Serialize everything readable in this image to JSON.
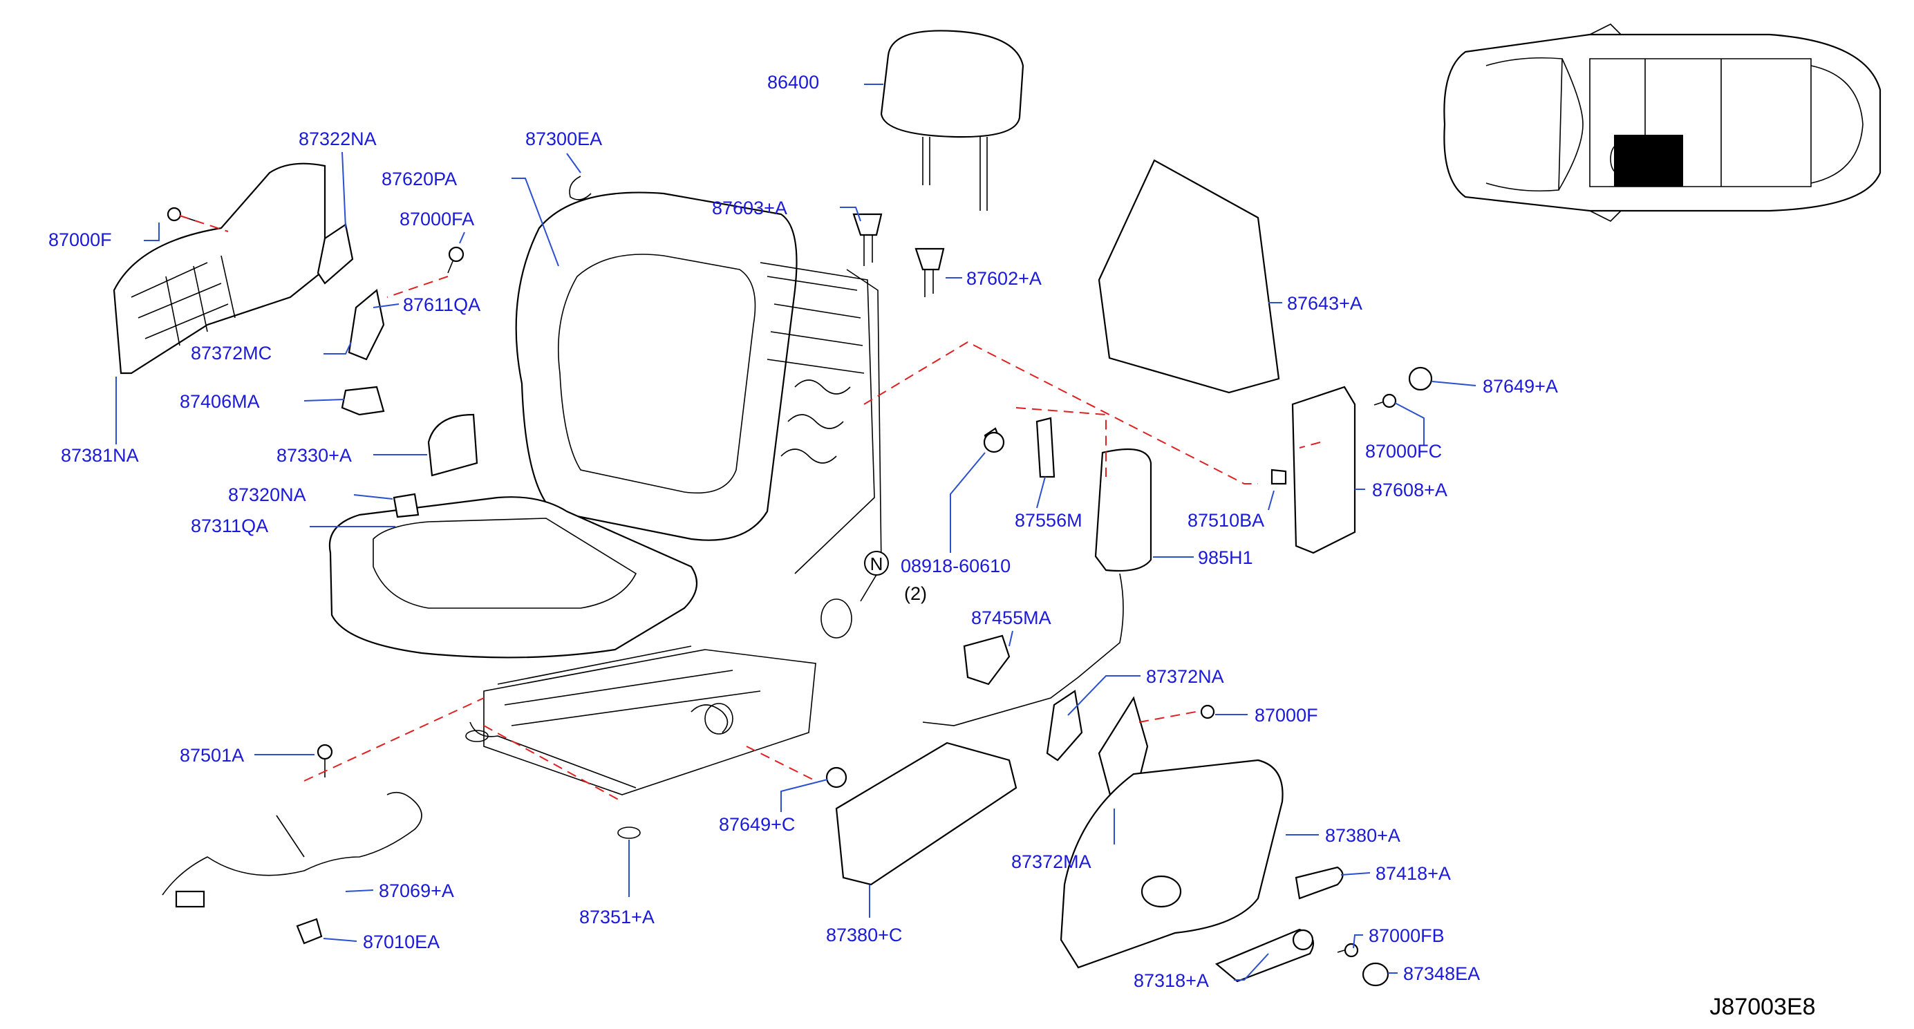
{
  "diagram": {
    "reference_code": "J87003E8",
    "note_symbol": "N",
    "callouts": [
      {
        "id": "86400",
        "text": "86400"
      },
      {
        "id": "87322NA",
        "text": "87322NA"
      },
      {
        "id": "87300EA",
        "text": "87300EA"
      },
      {
        "id": "87620PA",
        "text": "87620PA"
      },
      {
        "id": "87000FA",
        "text": "87000FA"
      },
      {
        "id": "87000F_top",
        "text": "87000F"
      },
      {
        "id": "87611QA",
        "text": "87611QA"
      },
      {
        "id": "87603A",
        "text": "87603+A"
      },
      {
        "id": "87602A",
        "text": "87602+A"
      },
      {
        "id": "87643A",
        "text": "87643+A"
      },
      {
        "id": "87649A",
        "text": "87649+A"
      },
      {
        "id": "87000FC",
        "text": "87000FC"
      },
      {
        "id": "87608A",
        "text": "87608+A"
      },
      {
        "id": "87510BA",
        "text": "87510BA"
      },
      {
        "id": "87556M",
        "text": "87556M"
      },
      {
        "id": "985H1",
        "text": "985H1"
      },
      {
        "id": "08918",
        "text": "08918-60610"
      },
      {
        "id": "qty2",
        "text": "(2)"
      },
      {
        "id": "87455MA",
        "text": "87455MA"
      },
      {
        "id": "87372NA",
        "text": "87372NA"
      },
      {
        "id": "87000F_right",
        "text": "87000F"
      },
      {
        "id": "87372MC",
        "text": "87372MC"
      },
      {
        "id": "87406MA",
        "text": "87406MA"
      },
      {
        "id": "87381NA",
        "text": "87381NA"
      },
      {
        "id": "87330A",
        "text": "87330+A"
      },
      {
        "id": "87320NA",
        "text": "87320NA"
      },
      {
        "id": "87311QA",
        "text": "87311QA"
      },
      {
        "id": "87501A",
        "text": "87501A"
      },
      {
        "id": "87649C",
        "text": "87649+C"
      },
      {
        "id": "87069A",
        "text": "87069+A"
      },
      {
        "id": "87351A",
        "text": "87351+A"
      },
      {
        "id": "87010EA",
        "text": "87010EA"
      },
      {
        "id": "87380C",
        "text": "87380+C"
      },
      {
        "id": "87372MA",
        "text": "87372MA"
      },
      {
        "id": "87380A",
        "text": "87380+A"
      },
      {
        "id": "87418A",
        "text": "87418+A"
      },
      {
        "id": "87000FB",
        "text": "87000FB"
      },
      {
        "id": "87348EA",
        "text": "87348EA"
      },
      {
        "id": "87318A",
        "text": "87318+A"
      }
    ]
  },
  "colors": {
    "label": "#1a1ad8",
    "leader": "#2a4fd0",
    "dashed_link": "#e02020",
    "line_art": "#000000",
    "position_marker": "#000000"
  }
}
